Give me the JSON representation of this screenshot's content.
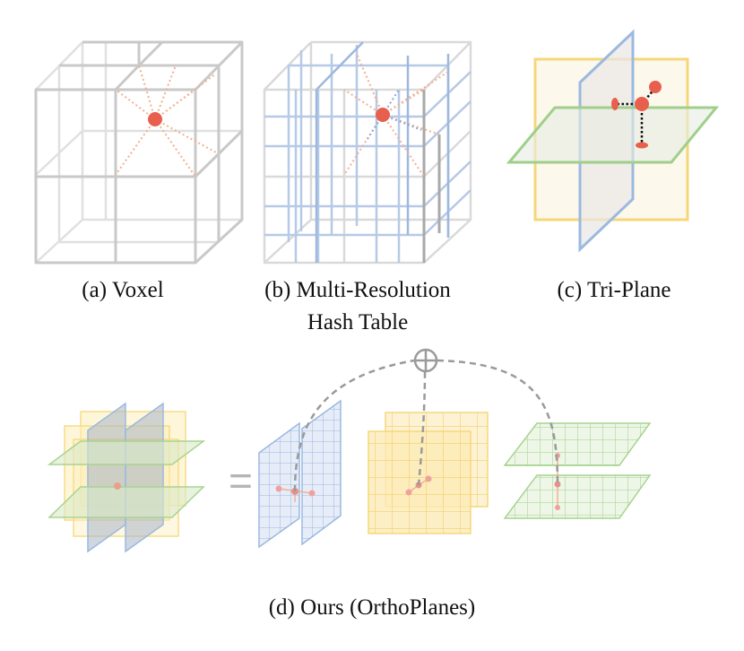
{
  "captions": {
    "voxel": "(a) Voxel",
    "hash_line1": "(b) Multi-Resolution",
    "hash_line2": "Hash Table",
    "triplane": "(c) Tri-Plane",
    "ours": "(d) Ours (OrthoPlanes)"
  },
  "symbols": {
    "equals": "=",
    "oplus": "⊕"
  },
  "colors": {
    "grid_gray": "#c8c8c8",
    "grid_blue": "#9fb8dc",
    "plane_yellow": "#f5d77a",
    "plane_blue": "#9bb9df",
    "plane_green": "#9fcf8a",
    "point_red": "#e8604d",
    "dash_orange": "#f0a888",
    "curve_gray": "#9a9a9a"
  }
}
